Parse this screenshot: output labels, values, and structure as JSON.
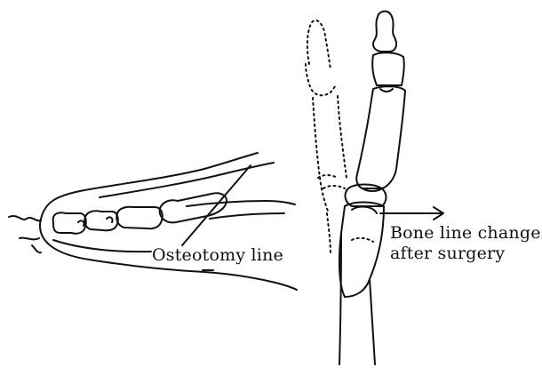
{
  "labels": {
    "osteotomy": "Osteotomy line",
    "bone_line_line1": "Bone line changes",
    "bone_line_line2": "after surgery"
  },
  "colors": {
    "stroke": "#111111",
    "background": "#ffffff"
  }
}
